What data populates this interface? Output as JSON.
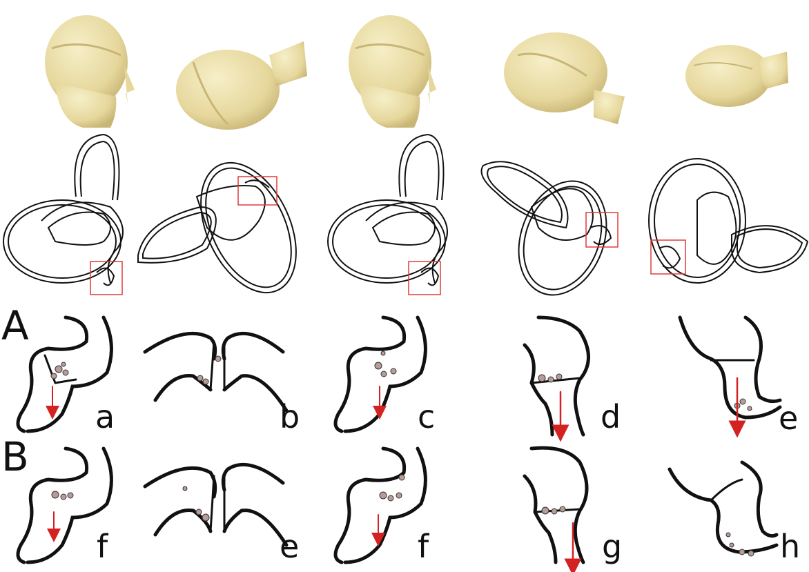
{
  "row_labels": {
    "row_a": "A",
    "row_b": "B"
  },
  "panel_labels": {
    "a": "a",
    "b": "b",
    "c": "c",
    "d": "d",
    "e": "e",
    "f": "f",
    "e2": "e",
    "f2": "f",
    "g": "g",
    "h": "h"
  },
  "colors": {
    "head": "#ecdfa8",
    "head_shadow": "#cbb97a",
    "outline": "#111111",
    "highlight_box": "#e03a3a",
    "arrow": "#d42222",
    "particle": "#b79c98"
  },
  "icons": {
    "head": "head-render-icon",
    "ear": "inner-ear-outline-icon",
    "arrow": "down-arrow-icon"
  }
}
